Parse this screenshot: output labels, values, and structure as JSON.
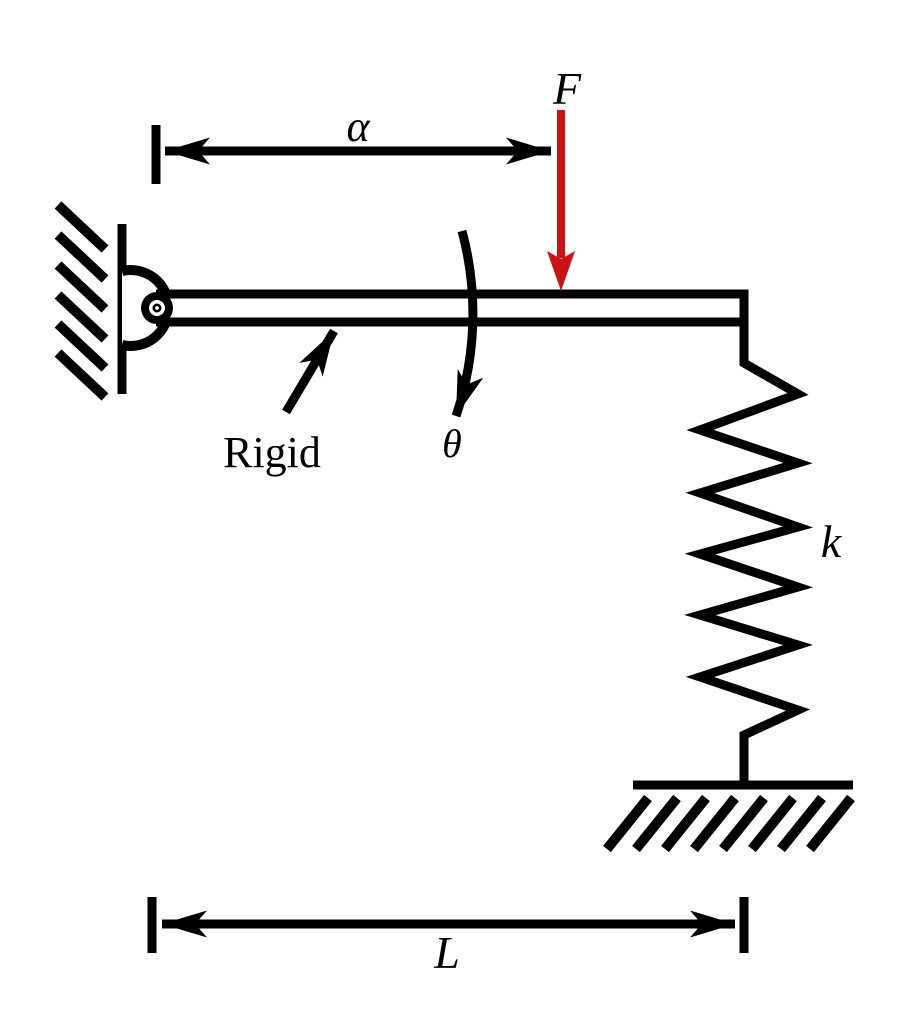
{
  "figure": {
    "labels": {
      "force": "F",
      "alpha": "α",
      "theta": "θ",
      "rigid": "Rigid",
      "stiffness": "k",
      "length": "L"
    },
    "colors": {
      "ink": "#000000",
      "force_arrow": "#cc1212",
      "background": "#ffffff"
    }
  }
}
